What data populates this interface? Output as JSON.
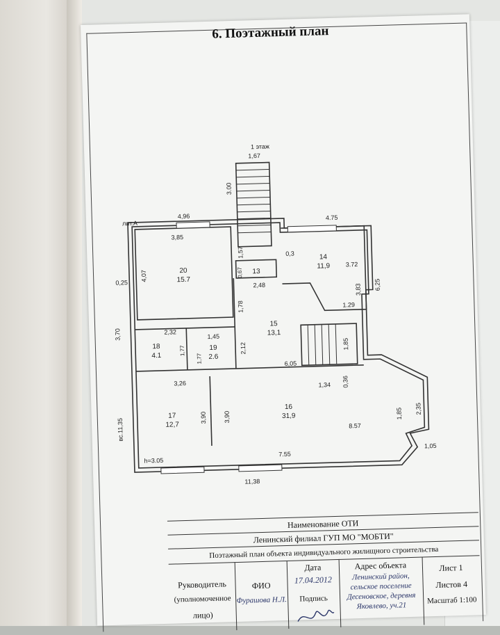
{
  "heading": "6. Поэтажный план",
  "plan": {
    "floor_label": "1 этаж",
    "letter_label": "лит.А",
    "dims": {
      "stair_width": "1,67",
      "stair_length": "3.00",
      "top_left": "4,96",
      "top_right": "4.75",
      "r20_top": "3,85",
      "r20_side": "4,07",
      "wall_025": "0,25",
      "r13_w": "1,57",
      "r13_a": "0,67",
      "r13_b": "2,48",
      "r14_a": "0,3",
      "r14_b": "3.72",
      "r14_c": "3,83",
      "r14_d": "1.29",
      "right_side": "6,25",
      "left_370": "3,70",
      "r15_a": "1,78",
      "r15_b": "2,12",
      "r15_c": "1,85",
      "r15_d": "6,05",
      "r18_a": "2,32",
      "r18_b": "1,77",
      "r19_a": "1,45",
      "r19_b": "1,77",
      "r17_a": "3,26",
      "r17_b": "3,90",
      "r16_a": "3,90",
      "r16_b": "1,34",
      "r16_c": "0,36",
      "r16_d": "8.57",
      "r16_e": "7.55",
      "r16_f": "1,85",
      "bay_a": "2,35",
      "bay_b": "1,05",
      "height": "h=3.05",
      "ceiling_height": "вс.11,35",
      "bottom": "11,38"
    },
    "rooms": [
      {
        "num": "20",
        "area": "15.7"
      },
      {
        "num": "14",
        "area": "11,9"
      },
      {
        "num": "13",
        "area": ""
      },
      {
        "num": "15",
        "area": "13,1"
      },
      {
        "num": "18",
        "area": "4.1"
      },
      {
        "num": "19",
        "area": "2.6"
      },
      {
        "num": "17",
        "area": "12,7"
      },
      {
        "num": "16",
        "area": "31,9"
      }
    ]
  },
  "stamp": {
    "title_header": "Наименование ОТИ",
    "org": "Ленинский филиал ГУП МО \"МОБТИ\"",
    "doc_title": "Поэтажный план объекта индивидуального жилищного строительства",
    "head_label": "Руководитель",
    "head_label2": "(уполномоченное",
    "head_label3": "лицо)",
    "fio_label": "ФИО",
    "fio_value": "Фурашова Н.Л.",
    "date_label": "Дата",
    "date_value": "17.04.2012",
    "sign_label": "Подпись",
    "address_label": "Адрес объекта",
    "address_value": "Ленинский район, сельское поселение Десеновское, деревня Яковлево, уч.21",
    "sheet": "Лист 1",
    "sheets_total": "Листов 4",
    "scale": "Масштаб 1:100"
  }
}
